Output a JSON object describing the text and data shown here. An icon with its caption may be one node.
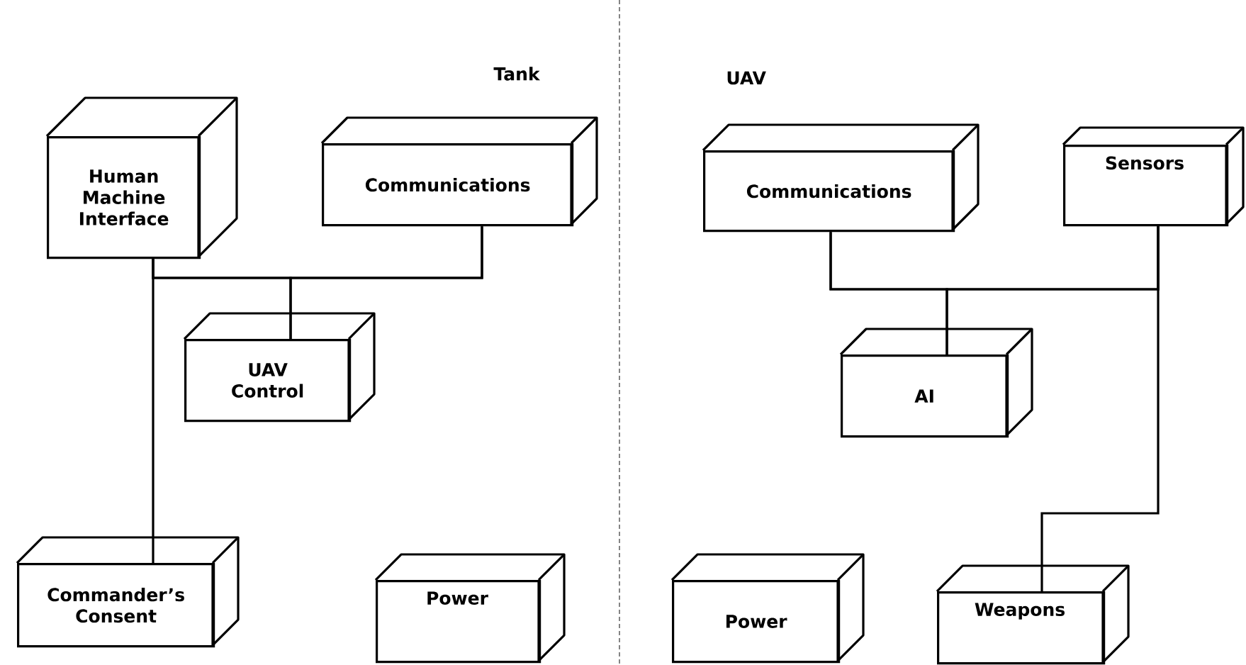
{
  "diagram": {
    "nodes": [
      {
        "text": [
          "Human Machine Interface"
        ]
      },
      {
        "text": [
          "Communications"
        ]
      },
      {
        "text": [
          "UAV Control"
        ]
      },
      {
        "text": [
          "Commander’s Consent"
        ]
      },
      {
        "text": [
          "Power"
        ]
      },
      {
        "text": [
          "Communications"
        ]
      },
      {
        "text": [
          "Sensors"
        ]
      },
      {
        "text": [
          "AI"
        ]
      },
      {
        "text": [
          "Power"
        ]
      },
      {
        "text": [
          "Weapons"
        ]
      }
    ],
    "edges": [
      {
        "from": 0,
        "to": 1,
        "arrow": "none"
      },
      {
        "from": 0,
        "to": 2,
        "arrow": "none"
      },
      {
        "from": 0,
        "to": 3,
        "arrow": "none"
      },
      {
        "from": 1,
        "to": 2,
        "arrow": "none"
      },
      {
        "from": 5,
        "to": 6,
        "arrow": "none"
      },
      {
        "from": 5,
        "to": 7,
        "arrow": "none"
      },
      {
        "from": 6,
        "to": 7,
        "arrow": "none"
      },
      {
        "from": 6,
        "to": 9,
        "arrow": "none"
      }
    ],
    "labels": [
      "Tank",
      "UAV"
    ]
  }
}
